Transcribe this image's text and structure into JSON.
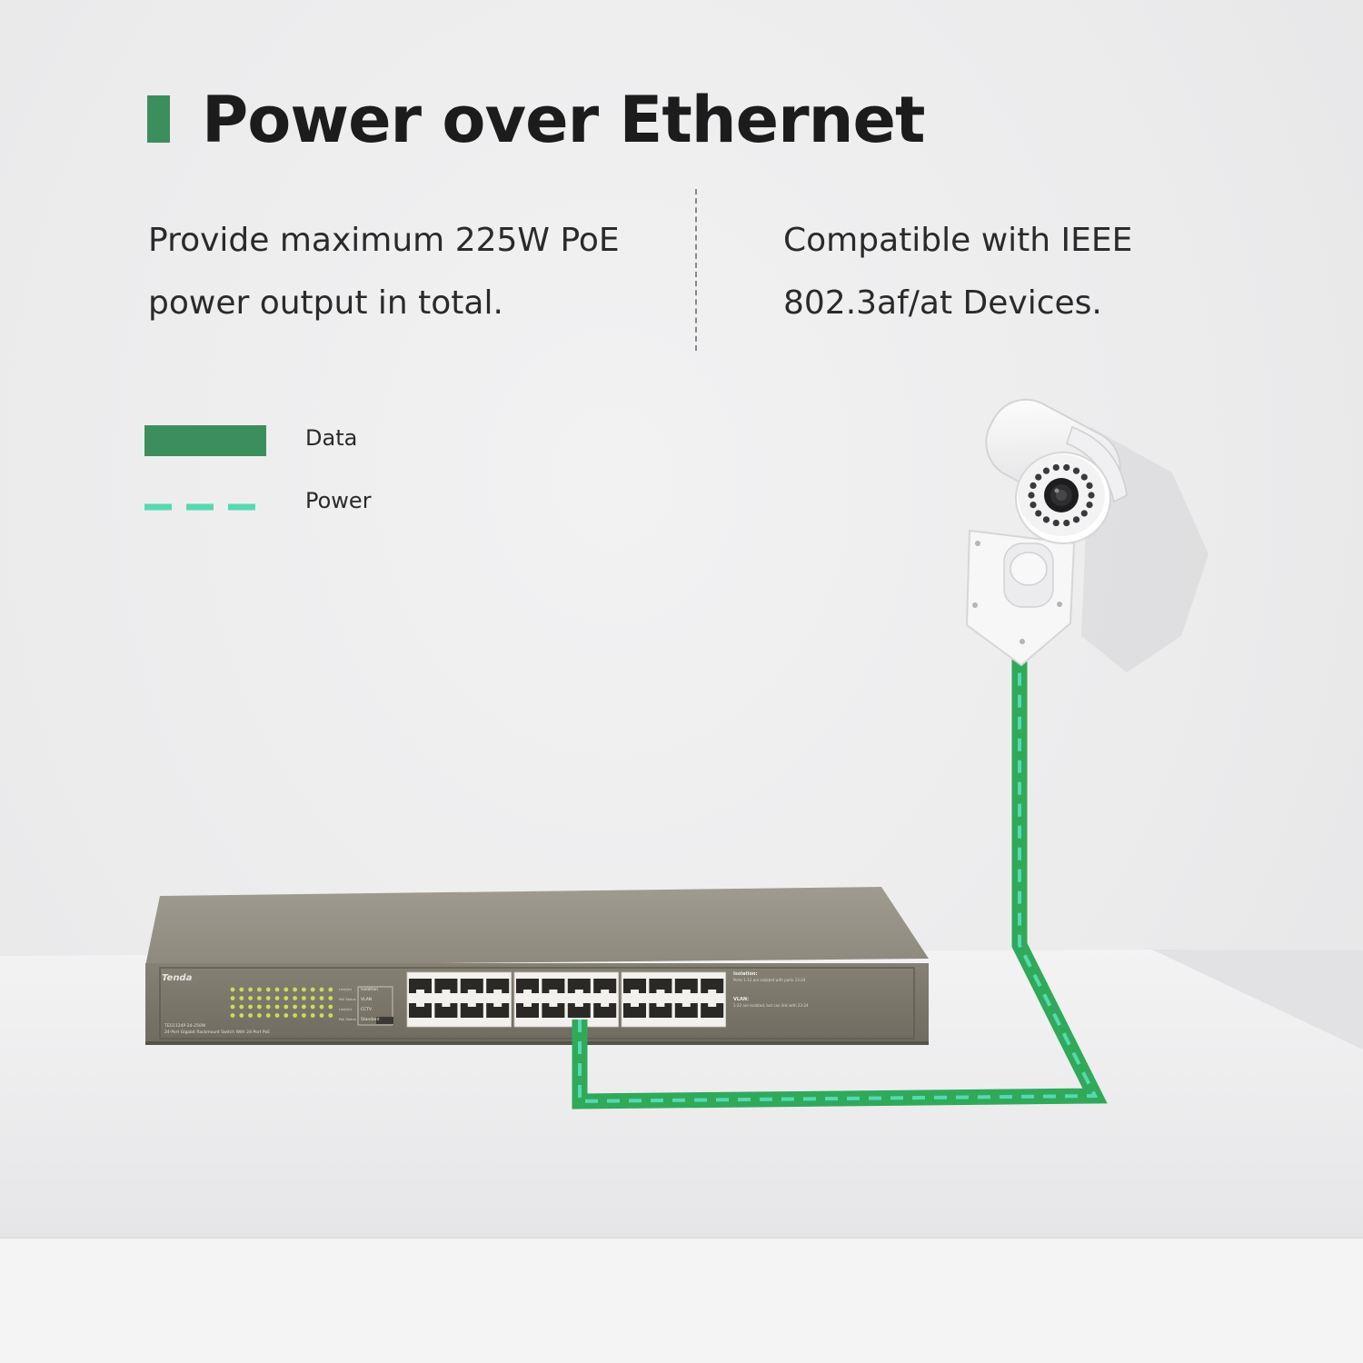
{
  "heading": {
    "title": "Power over Ethernet"
  },
  "features": {
    "left": "Provide maximum 225W PoE power output in total.",
    "right": "Compatible with IEEE 802.3af/at Devices."
  },
  "legend": {
    "data_label": "Data",
    "power_label": "Power"
  },
  "switch": {
    "brand": "Tenda",
    "model": "TEG1124P-24-250W",
    "description": "24-Port Gigabit Rackmount Switch With 24-Port PoE",
    "mode_labels": [
      "Isolation",
      "VLAN",
      "CCTV",
      "Standard"
    ],
    "status_labels": [
      "Link/Act",
      "PoE Status",
      "Link/Act",
      "PoE Status"
    ],
    "note_isolation_title": "Isolation:",
    "note_isolation_text": "Ports 1-12 are isolated with ports 13-24",
    "note_vlan_title": "VLAN:",
    "note_vlan_text": "1-22 are isolated, but can link with 23-24",
    "port_count": 24
  },
  "colors": {
    "accent_green": "#3c8f5c",
    "cable_green": "#31a95a",
    "power_dash": "#56d9b1",
    "switch_body": "#8a867a",
    "led": "#c9df53"
  }
}
